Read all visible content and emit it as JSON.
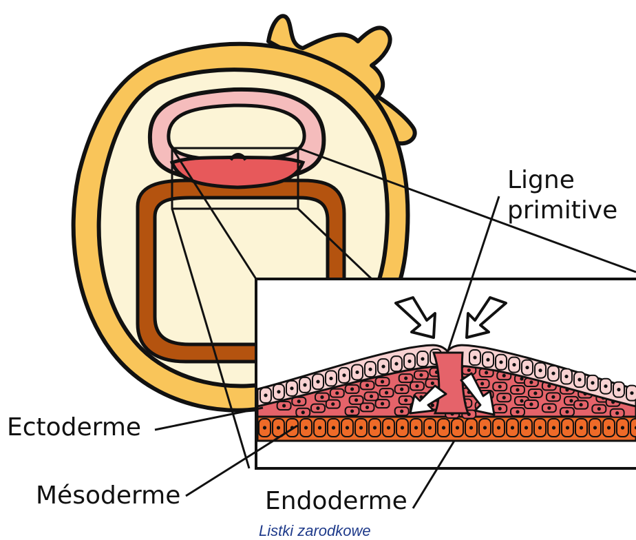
{
  "labels": {
    "ligne_primitive_line1": "Ligne",
    "ligne_primitive_line2": "primitive",
    "ectoderme": "Ectoderme",
    "mesoderme": "Mésoderme",
    "endoderme": "Endoderme"
  },
  "caption": "Listki zarodkowe",
  "colors": {
    "yolk_outer": "#f9c55a",
    "yolk_inner": "#fcf4d6",
    "amnion_pink": "#f5bcbc",
    "primitive_red": "#e7595b",
    "yolk_sac_brown": "#b4530f",
    "ectoderm_cell": "#f8d2d2",
    "mesoderm_cell": "#e5636a",
    "endoderm_cell": "#ee6a28",
    "caption_blue": "#1e3a8a"
  }
}
